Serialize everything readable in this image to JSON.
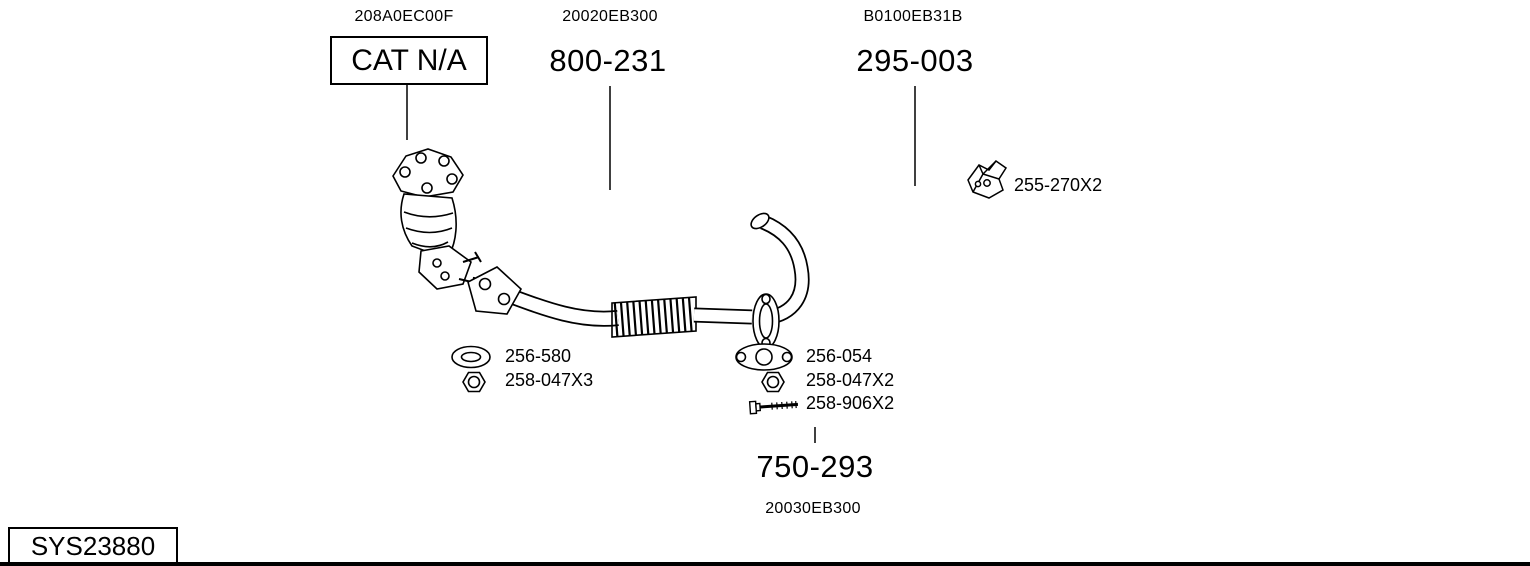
{
  "colors": {
    "ink": "#000000",
    "paper": "#ffffff"
  },
  "system_code": "SYS23880",
  "part_groups": [
    {
      "code": "208A0EC00F",
      "label": "CAT N/A",
      "boxed": true
    },
    {
      "code": "20020EB300",
      "label": "800-231",
      "boxed": false
    },
    {
      "code": "B0100EB31B",
      "label": "295-003",
      "boxed": false
    }
  ],
  "bottom_group": {
    "label": "750-293",
    "code": "20030EB300"
  },
  "callouts": {
    "bracket": {
      "part": "255-270X2",
      "icon": "hanger-bracket-icon"
    },
    "front_gasket": {
      "part": "256-580",
      "icon": "gasket-ring-icon"
    },
    "front_nut": {
      "part": "258-047X3",
      "icon": "hex-nut-icon"
    },
    "rear_gasket": {
      "part": "256-054",
      "icon": "flange-gasket-icon"
    },
    "rear_nut": {
      "part": "258-047X2",
      "icon": "hex-nut-icon"
    },
    "rear_bolt": {
      "part": "258-906X2",
      "icon": "bolt-icon"
    }
  }
}
